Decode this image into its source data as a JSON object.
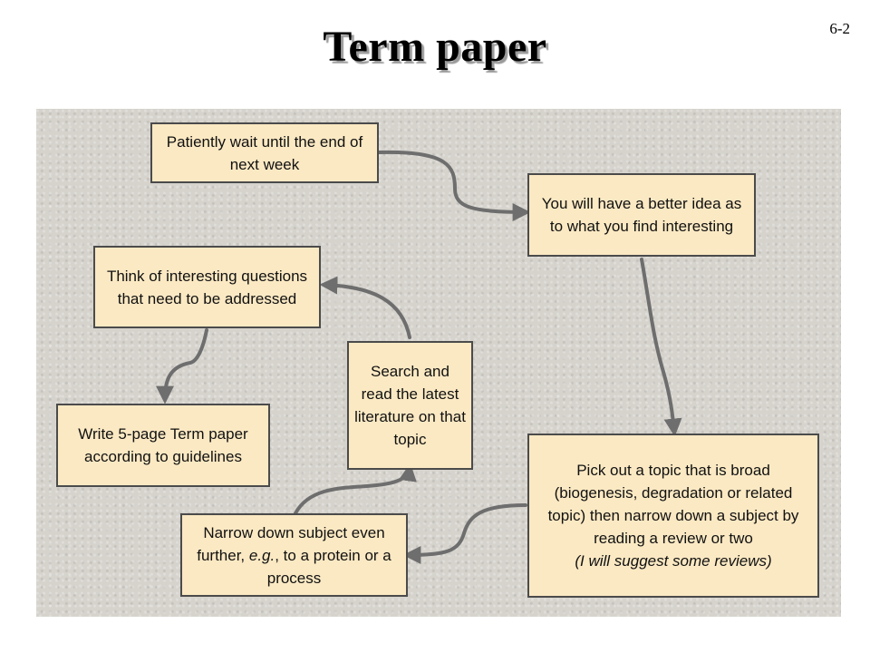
{
  "slide": {
    "page_number": "6-2",
    "title": "Term paper"
  },
  "boxes": {
    "wait": {
      "text": "Patiently wait until the end of next week"
    },
    "better_idea": {
      "text": "You will have a better idea as to what you find interesting"
    },
    "think": {
      "text": "Think of interesting questions that need to be addressed"
    },
    "search": {
      "text": "Search and read the latest literature on that topic"
    },
    "write": {
      "text": "Write 5-page Term paper according to guidelines"
    },
    "pick_topic": {
      "text": "Pick out a topic that is broad (biogenesis, degradation or related topic) then narrow down a subject by reading a review or two",
      "note": "(I will suggest some reviews)"
    },
    "narrow": {
      "text_before": "Narrow down subject even further, ",
      "text_italic": "e.g.",
      "text_after": ", to a protein or a process"
    }
  },
  "colors": {
    "box_fill": "#fbe9c3",
    "box_border": "#4b4b4b",
    "arrow": "#6e6e6e",
    "panel_background": "#d6d3cd"
  }
}
